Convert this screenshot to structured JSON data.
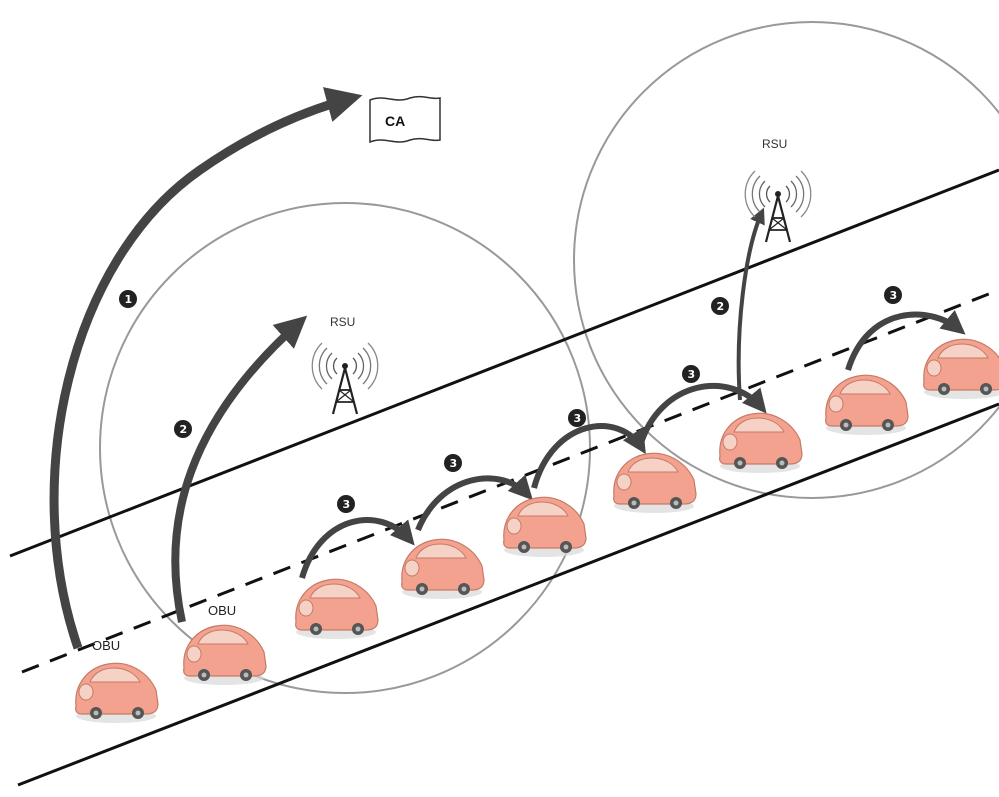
{
  "ca": {
    "label": "CA"
  },
  "rsu_left": {
    "label": "RSU"
  },
  "rsu_right": {
    "label": "RSU"
  },
  "obu_far": {
    "label": "OBU"
  },
  "obu_near": {
    "label": "OBU"
  },
  "steps": {
    "step1": "1",
    "step2": "2",
    "step3": "3"
  },
  "icons": {
    "car": "car-icon",
    "tower": "radio-tower-icon",
    "flag": "ca-flag-icon"
  },
  "colors": {
    "car_body": "#f2a28e",
    "car_glass": "#f6d2c6",
    "arrow": "#444444",
    "range_circle": "#999999",
    "road": "#111111"
  }
}
